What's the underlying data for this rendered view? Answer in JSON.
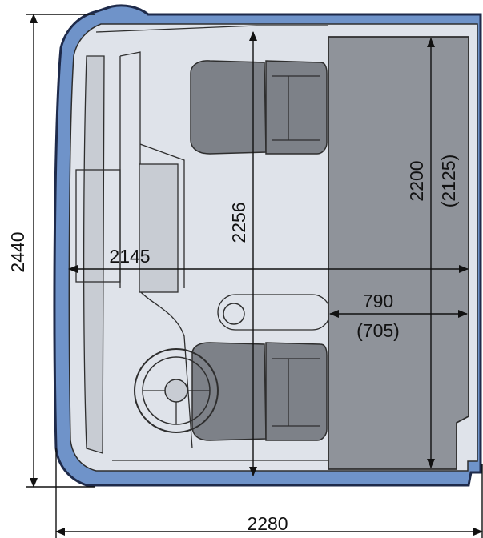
{
  "colors": {
    "body_shell": "#6f93c9",
    "body_outline": "#1e2a4a",
    "floor": "#dfe3ea",
    "interior_panel": "#c8ccd3",
    "cargo_area": "#8f939a",
    "seat": "#7d8188",
    "line": "#2e2e2e",
    "dimension": "#111111"
  },
  "dimensions": {
    "overall_height": "2440",
    "overall_width": "2280",
    "interior_length": "2145",
    "seat_zone_height": "2256",
    "cargo_height": "2200",
    "cargo_height_alt": "(2125)",
    "cargo_width": "790",
    "cargo_width_alt": "(705)"
  }
}
